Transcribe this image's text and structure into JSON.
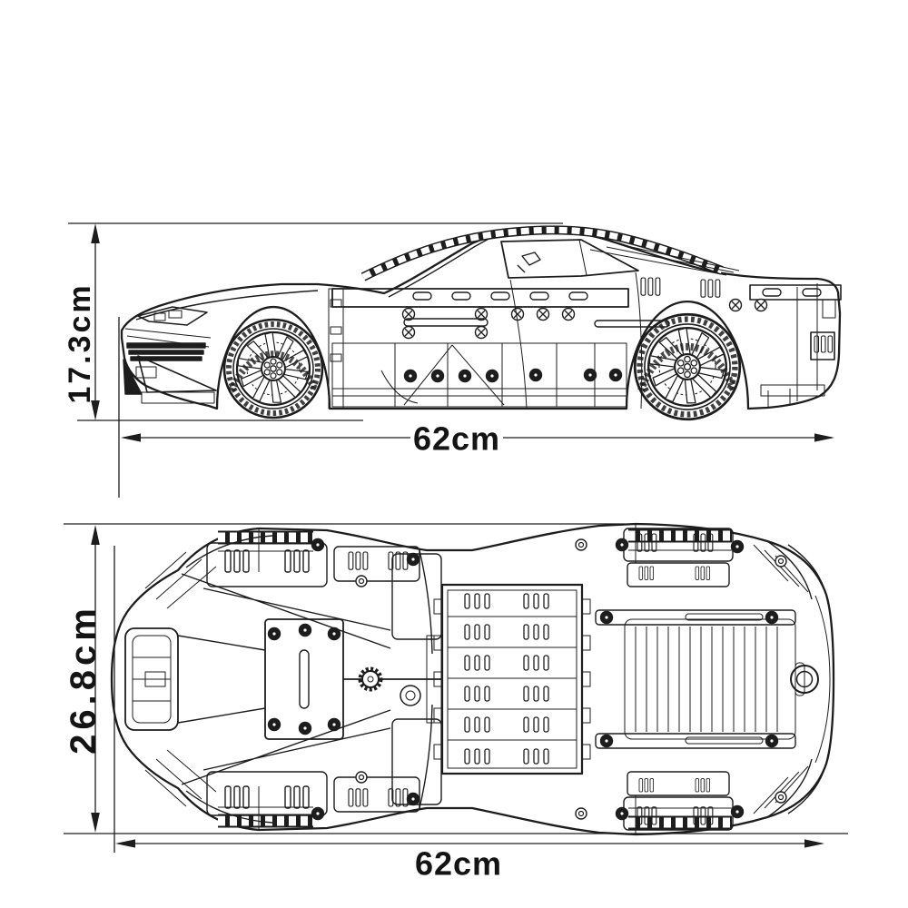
{
  "page": {
    "background_color": "#ffffff",
    "ink_color": "#1d1d1d"
  },
  "diagram": {
    "views": [
      {
        "id": "side-view",
        "position": "top",
        "dimensions": {
          "height_label": "17.3cm",
          "length_label": "62cm"
        }
      },
      {
        "id": "top-view",
        "position": "bottom",
        "dimensions": {
          "width_label": "26.8cm",
          "length_label": "62cm"
        }
      }
    ],
    "side_view": {
      "height_label": "17.3cm",
      "length_label": "62cm"
    },
    "top_view": {
      "width_label": "26.8cm",
      "length_label": "62cm"
    }
  }
}
